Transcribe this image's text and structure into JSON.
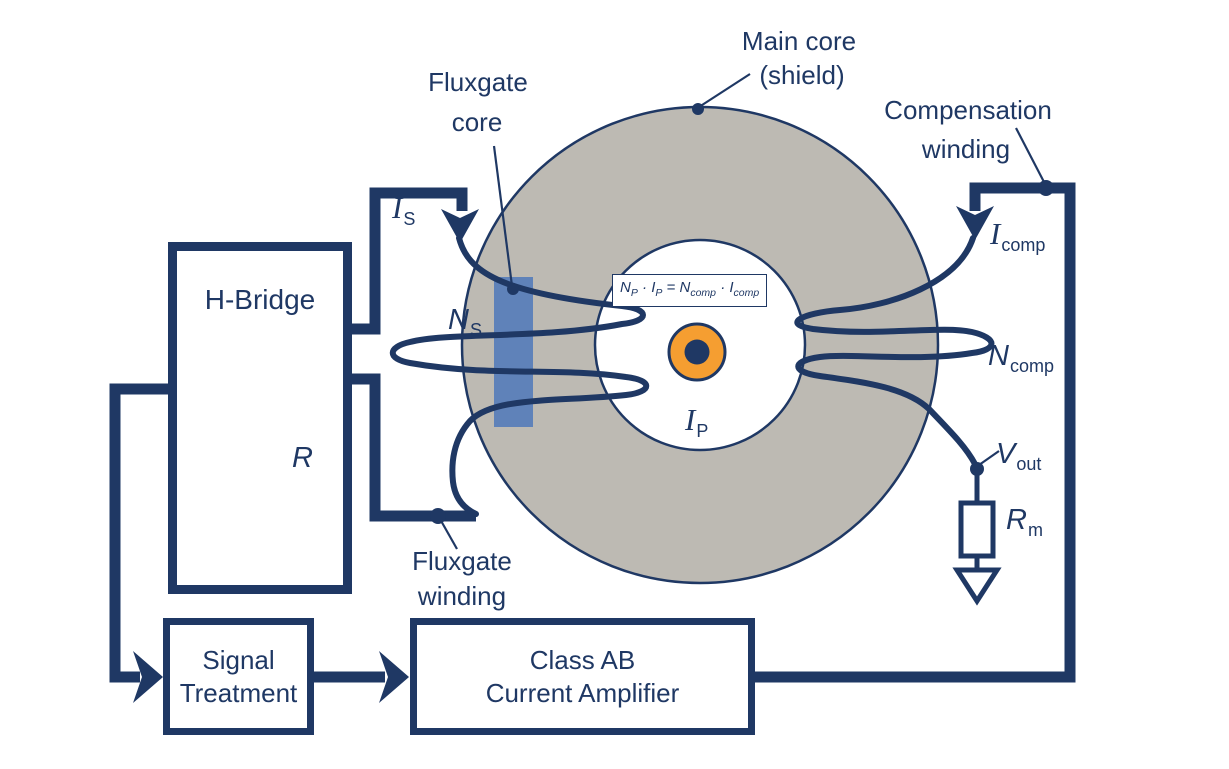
{
  "title": "Fluxgate current sensor with compensation winding diagram",
  "colors": {
    "navy": "#1f3864",
    "main_core_gray": "#bdbab3",
    "fluxgate_core_blue": "#5f82b9",
    "primary_conductor_orange": "#f59e31",
    "background": "#ffffff"
  },
  "labels": {
    "main_core_line1": "Main core",
    "main_core_line2": "(shield)",
    "fluxgate_core_line1": "Fluxgate",
    "fluxgate_core_line2": "core",
    "compensation_line1": "Compensation",
    "compensation_line2": "winding",
    "fluxgate_winding_line1": "Fluxgate",
    "fluxgate_winding_line2": "winding"
  },
  "boxes": {
    "h_bridge": "H-Bridge",
    "signal_line1": "Signal",
    "signal_line2": "Treatment",
    "amp_line1": "Class AB",
    "amp_line2": "Current Amplifier"
  },
  "variables": {
    "is": {
      "main": "I",
      "sub": "S"
    },
    "ns": {
      "main": "N",
      "sub": "S"
    },
    "ip": {
      "main": "I",
      "sub": "P"
    },
    "icomp": {
      "main": "I",
      "sub": "comp"
    },
    "ncomp": {
      "main": "N",
      "sub": "comp"
    },
    "vout": {
      "main": "V",
      "sub": "out"
    },
    "rm": {
      "main": "R",
      "sub": "m"
    },
    "r": {
      "main": "R",
      "sub": ""
    }
  },
  "formula": {
    "t1": "N",
    "s1": "P",
    "t2": " · ",
    "t3": "I",
    "s2": "P",
    "t4": " = ",
    "t5": "N",
    "s3": "comp",
    "t6": " · ",
    "t7": "I",
    "s4": "comp"
  }
}
